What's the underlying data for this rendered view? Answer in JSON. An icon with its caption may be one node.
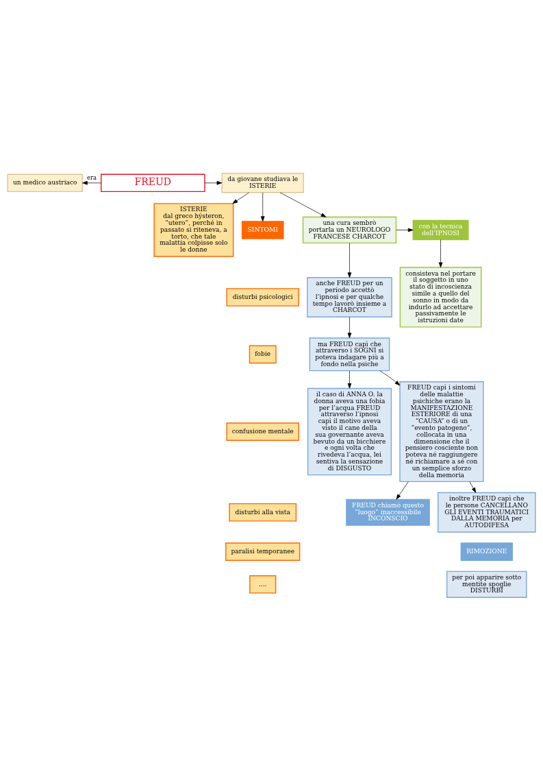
{
  "diagram": {
    "nodes": [
      {
        "text": [
          "FREUD"
        ]
      },
      {
        "text": [
          "un medico austriaco"
        ]
      },
      {
        "text": [
          "da giovane studiava le ISTERIE"
        ]
      },
      {
        "text": [
          "ISTERIE",
          "dal greco hýsteron, “utero”, perché in passato si riteneva, a torto, che tale malattia colpisse solo le donne"
        ]
      },
      {
        "text": [
          "SINTOMI"
        ]
      },
      {
        "text": [
          "disturbi psicologici"
        ]
      },
      {
        "text": [
          "fobie"
        ]
      },
      {
        "text": [
          "confusione mentale"
        ]
      },
      {
        "text": [
          "disturbi alla vista"
        ]
      },
      {
        "text": [
          "paralisi temporanee"
        ]
      },
      {
        "text": [
          "...."
        ]
      },
      {
        "text": [
          "una cura sembrò portarla un NEUROLOGO FRANCESE CHARCOT"
        ]
      },
      {
        "text": [
          "con la tecnica dell’IPNOSI"
        ]
      },
      {
        "text": [
          "consisteva nel portare il soggetto in uno stato di incoscienza simile a quello del sonno in modo da indurlo ad accettare passivamente le istruzioni date"
        ]
      },
      {
        "text": [
          "anche FREUD per un periodo accettò l’ipnosi e per qualche tempo lavorò insieme a CHARCOT"
        ]
      },
      {
        "text": [
          "ma FREUD capì che attraverso i SOGNI si poteva indagare più a fondo nella psiche"
        ]
      },
      {
        "text": [
          "il caso di ANNA O. la donna aveva una fobia per l’acqua FREUD attraverso l’ipnosi capì il motivo aveva visto il cane della sua governante aveva bevuto da un bicchiere e ogni volta che rivedeva l’acqua, lei sentiva la sensazione di DISGUSTO"
        ]
      },
      {
        "text": [
          "FREUD capì i sintomi delle malattie psichiche erano la MANIFESTAZIONE ESTERIORE di una “CAUSA” o di un “evento patogeno”, collocata in una dimensione che il pensiero cosciente non poteva né raggiungere né richiamare a sé con un semplice sforzo della memoria"
        ]
      },
      {
        "text": [
          "FREUD chiamò questo “luogo” inaccessibile INCONSCIO"
        ]
      },
      {
        "text": [
          "inoltre FREUD capì che le persone CANCELLANO GLI EVENTI TRAUMATICI DALLA MEMORIA per AUTODIFESA"
        ]
      },
      {
        "text": [
          "RIMOZIONE"
        ]
      },
      {
        "text": [
          "per poi apparire sotto mentite spoglie DISTURBI"
        ]
      }
    ],
    "edges": [
      {
        "from": 0,
        "to": 1,
        "arrow": "to",
        "label": "era"
      },
      {
        "from": 0,
        "to": 2,
        "arrow": "to"
      },
      {
        "from": 2,
        "to": 3,
        "arrow": "to"
      },
      {
        "from": 2,
        "to": 4,
        "arrow": "to"
      },
      {
        "from": 2,
        "to": 11,
        "arrow": "to"
      },
      {
        "from": 11,
        "to": 12,
        "arrow": "to"
      },
      {
        "from": 12,
        "to": 13,
        "arrow": "to"
      },
      {
        "from": 11,
        "to": 14,
        "arrow": "to"
      },
      {
        "from": 14,
        "to": 15,
        "arrow": "to"
      },
      {
        "from": 15,
        "to": 16,
        "arrow": "to"
      },
      {
        "from": 15,
        "to": 17,
        "arrow": "to"
      },
      {
        "from": 17,
        "to": 18,
        "arrow": "to"
      },
      {
        "from": 17,
        "to": 19,
        "arrow": "to"
      }
    ]
  }
}
